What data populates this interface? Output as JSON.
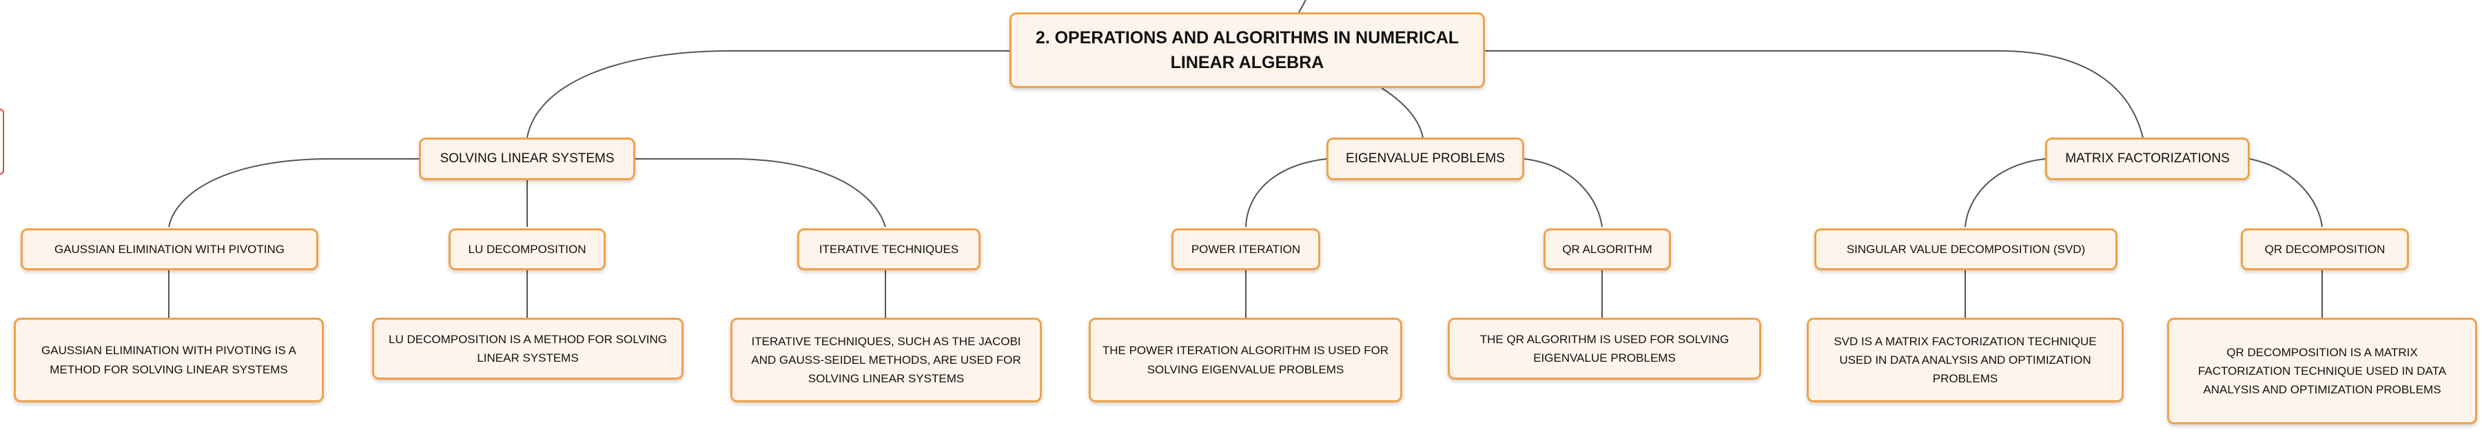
{
  "diagram": {
    "root": {
      "label": "2. OPERATIONS AND ALGORITHMS IN NUMERICAL LINEAR ALGEBRA"
    },
    "branches": [
      {
        "label": "SOLVING LINEAR SYSTEMS",
        "children": [
          {
            "label": "GAUSSIAN ELIMINATION WITH PIVOTING",
            "detail": "GAUSSIAN ELIMINATION WITH PIVOTING IS A METHOD FOR SOLVING LINEAR SYSTEMS"
          },
          {
            "label": "LU DECOMPOSITION",
            "detail": "LU DECOMPOSITION IS A METHOD FOR SOLVING LINEAR SYSTEMS"
          },
          {
            "label": "ITERATIVE TECHNIQUES",
            "detail": "ITERATIVE TECHNIQUES, SUCH AS THE JACOBI AND GAUSS-SEIDEL METHODS, ARE USED FOR SOLVING LINEAR SYSTEMS"
          }
        ]
      },
      {
        "label": "EIGENVALUE PROBLEMS",
        "children": [
          {
            "label": "POWER ITERATION",
            "detail": "THE POWER ITERATION ALGORITHM IS USED FOR SOLVING EIGENVALUE PROBLEMS"
          },
          {
            "label": "QR ALGORITHM",
            "detail": "THE QR ALGORITHM IS USED FOR SOLVING EIGENVALUE PROBLEMS"
          }
        ]
      },
      {
        "label": "MATRIX FACTORIZATIONS",
        "children": [
          {
            "label": "SINGULAR VALUE DECOMPOSITION (SVD)",
            "detail": "SVD IS A MATRIX FACTORIZATION TECHNIQUE USED IN DATA ANALYSIS AND OPTIMIZATION PROBLEMS"
          },
          {
            "label": "QR DECOMPOSITION",
            "detail": "QR DECOMPOSITION IS A MATRIX FACTORIZATION TECHNIQUE USED IN DATA ANALYSIS AND OPTIMIZATION PROBLEMS"
          }
        ]
      }
    ]
  },
  "colors": {
    "node_border": "#f0a24a",
    "node_fill": "#fff4ec",
    "connector": "#555555",
    "edge_tab": "#e0453a"
  }
}
